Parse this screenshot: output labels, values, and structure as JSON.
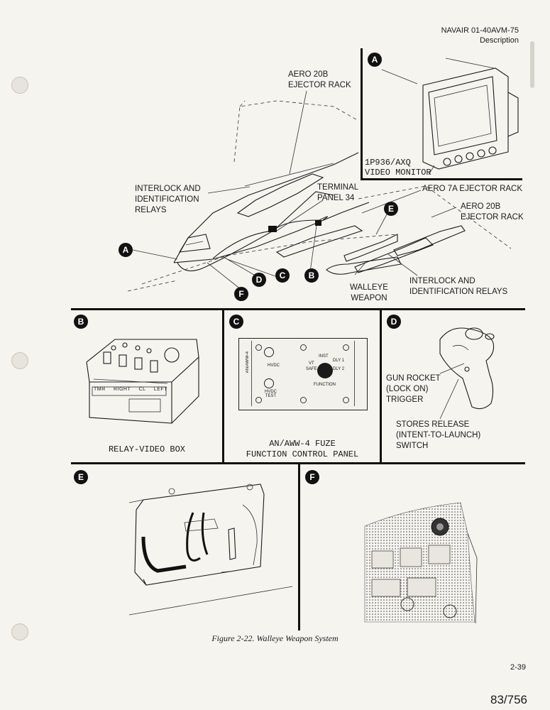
{
  "header": {
    "doc_id": "NAVAIR 01-40AVM-75",
    "section": "Description"
  },
  "callouts": {
    "aero20b_top": "AERO 20B\nEJECTOR RACK",
    "interlock_left": "INTERLOCK AND\nIDENTIFICATION\nRELAYS",
    "terminal_panel": "TERMINAL\nPANEL 34",
    "aero7a": "AERO 7A EJECTOR RACK",
    "aero20b_right": "AERO 20B\nEJECTOR RACK",
    "interlock_right": "INTERLOCK AND\nIDENTIFICATION RELAYS",
    "walleye": "WALLEYE\nWEAPON",
    "video_monitor": "1P936/AXQ\nVIDEO MONITOR"
  },
  "badges": {
    "a": "A",
    "b": "B",
    "c": "C",
    "d": "D",
    "e": "E",
    "f": "F"
  },
  "panels": {
    "b_caption": "RELAY-VIDEO BOX",
    "c_caption": "AN/AWW-4 FUZE\nFUNCTION CONTROL PANEL",
    "d_gun": "GUN ROCKET\n(LOCK ON)\nTRIGGER",
    "d_stores": "STORES RELEASE\n(INTENT-TO-LAUNCH)\nSWITCH"
  },
  "relay_box_labels": [
    "TMR",
    "RIGHT",
    "CL",
    "LEFT"
  ],
  "fuze_panel": {
    "vertical": "AN/AWW-4",
    "hvdc": "HVDC",
    "hvdc_test": "HVDC\nTEST",
    "function": "FUNCTION",
    "inst": "INST",
    "vt": "VT",
    "dly1": "DLY 1",
    "dly2": "DLY 2",
    "safe": "SAFE"
  },
  "figure_caption": "Figure 2-22.  Walleye Weapon System",
  "page_number": "2-39",
  "page_counter": "83/756"
}
